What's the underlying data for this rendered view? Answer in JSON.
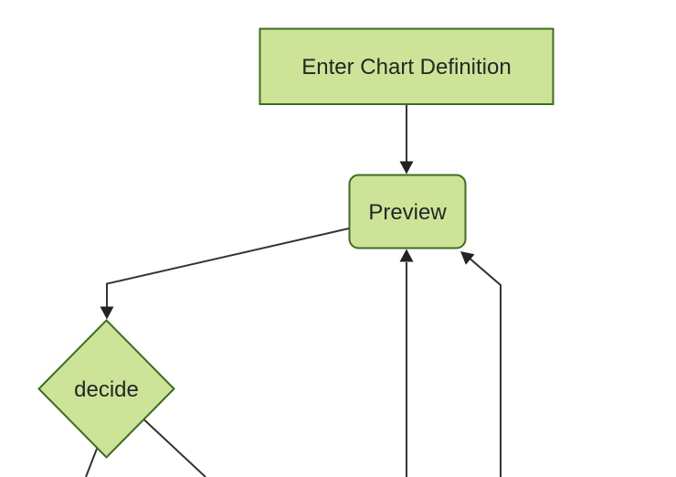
{
  "diagram": {
    "type": "flowchart",
    "direction": "top-down",
    "nodes": [
      {
        "id": "enter-chart-definition",
        "label": "Enter Chart Definition",
        "shape": "rectangle"
      },
      {
        "id": "preview",
        "label": "Preview",
        "shape": "rounded-rectangle"
      },
      {
        "id": "decide",
        "label": "decide",
        "shape": "diamond"
      }
    ],
    "edges": [
      {
        "from": "enter-chart-definition",
        "to": "preview",
        "arrow": true
      },
      {
        "from": "preview",
        "to": "decide",
        "arrow": true
      },
      {
        "from": "decide",
        "to": "offscreen-bottom-left",
        "arrow": false,
        "cut_off": true
      },
      {
        "from": "decide",
        "to": "offscreen-bottom-right",
        "arrow": false,
        "cut_off": true
      },
      {
        "from": "offscreen-bottom",
        "to": "preview",
        "arrow": true,
        "cut_off": true
      },
      {
        "from": "offscreen-bottom-right",
        "to": "preview",
        "arrow": true,
        "cut_off": true
      }
    ],
    "colors": {
      "background": "#ffffff",
      "node_fill": "#cde498",
      "node_border": "#3d6c20",
      "edge_line": "#333333",
      "arrowhead": "#222222",
      "label_text": "#262626"
    }
  }
}
